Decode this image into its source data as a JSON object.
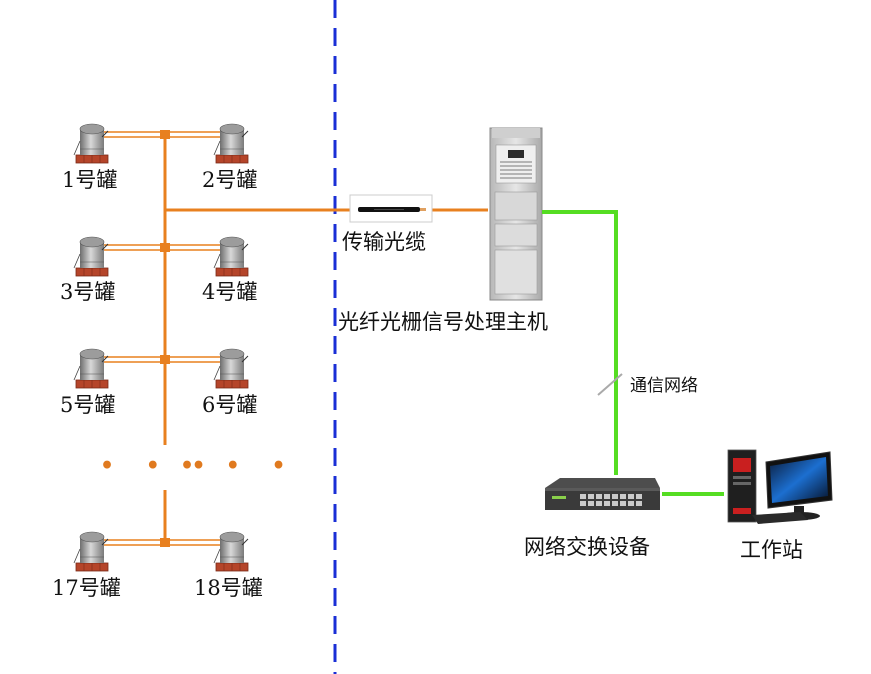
{
  "diagram": {
    "title": "光纤光栅储罐监测系统拓扑",
    "colors": {
      "fiber": "#e8801f",
      "network": "#55dd22",
      "divider": "#1a2fd6",
      "text": "#111111"
    },
    "tanks": [
      {
        "id": 1,
        "label": "1号罐"
      },
      {
        "id": 2,
        "label": "2号罐"
      },
      {
        "id": 3,
        "label": "3号罐"
      },
      {
        "id": 4,
        "label": "4号罐"
      },
      {
        "id": 5,
        "label": "5号罐"
      },
      {
        "id": 6,
        "label": "6号罐"
      },
      {
        "id": 17,
        "label": "17号罐"
      },
      {
        "id": 18,
        "label": "18号罐"
      }
    ],
    "ellipsis_left": "• • •",
    "ellipsis_right": "• • •",
    "cable": {
      "label": "传输光缆",
      "icon": "fiber-cable-icon"
    },
    "host": {
      "label": "光纤光栅信号处理主机",
      "icon": "server-rack-icon"
    },
    "network_link": {
      "label": "通信网络"
    },
    "switch": {
      "label": "网络交换设备",
      "icon": "network-switch-icon"
    },
    "workstation": {
      "label": "工作站",
      "icon": "desktop-computer-icon"
    }
  }
}
